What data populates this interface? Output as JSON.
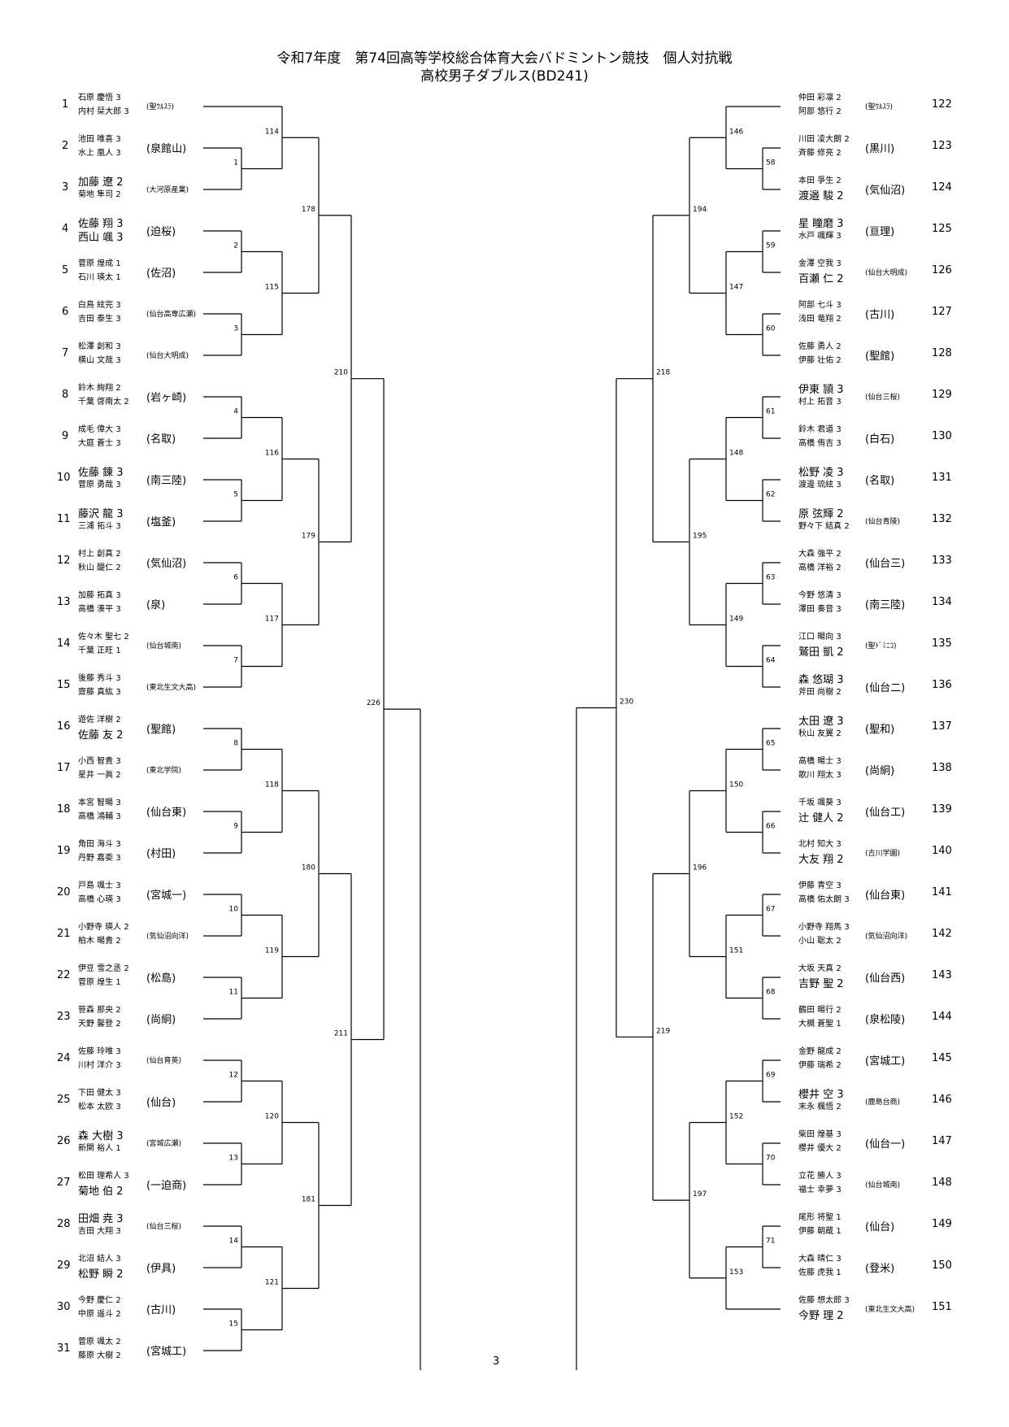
{
  "title_line1": "令和7年度　第74回高等学校総合体育大会バドミントン競技　個人対抗戦",
  "title_line2": "高校男子ダブルス(BD241)",
  "page_number": "3",
  "left_entries": [
    {
      "no": "1",
      "p1": "石原 慶悟 3",
      "p2": "内村 栞大郎 3",
      "school": "(聖ｳﾙｽﾗ)"
    },
    {
      "no": "2",
      "p1": "池田 唯喜 3",
      "p2": "水上 凰人 3",
      "school": "(泉館山)"
    },
    {
      "no": "3",
      "p1": "加藤 遼 2",
      "p2": "菊地 隼司 2",
      "school": "(大河原産業)"
    },
    {
      "no": "4",
      "p1": "佐藤 翔 3",
      "p2": "西山 颯 3",
      "school": "(迫桜)"
    },
    {
      "no": "5",
      "p1": "菅原 煌成 1",
      "p2": "石川 瑛太 1",
      "school": "(佐沼)"
    },
    {
      "no": "6",
      "p1": "白鳥 絃完 3",
      "p2": "吉田 泰生 3",
      "school": "(仙台高専広瀬)"
    },
    {
      "no": "7",
      "p1": "松澤 創和 3",
      "p2": "横山 文哉 3",
      "school": "(仙台大明成)"
    },
    {
      "no": "8",
      "p1": "鈴木 絢翔 2",
      "p2": "千葉 啓南太 2",
      "school": "(岩ヶ崎)"
    },
    {
      "no": "9",
      "p1": "成毛 偉大 3",
      "p2": "大庭 蒼士 3",
      "school": "(名取)"
    },
    {
      "no": "10",
      "p1": "佐藤 錬 3",
      "p2": "菅原 勇哉 3",
      "school": "(南三陸)"
    },
    {
      "no": "11",
      "p1": "藤沢 龍 3",
      "p2": "三浦 拓斗 3",
      "school": "(塩釜)"
    },
    {
      "no": "12",
      "p1": "村上 創真 2",
      "p2": "秋山 醍仁 2",
      "school": "(気仙沼)"
    },
    {
      "no": "13",
      "p1": "加藤 拓真 3",
      "p2": "高橋 湊平 3",
      "school": "(泉)"
    },
    {
      "no": "14",
      "p1": "佐々木 聖七 2",
      "p2": "千葉 正旺 1",
      "school": "(仙台城南)"
    },
    {
      "no": "15",
      "p1": "後藤 秀斗 3",
      "p2": "齋藤 真紘 3",
      "school": "(東北生文大高)"
    },
    {
      "no": "16",
      "p1": "遊佐 洋樹 2",
      "p2": "佐藤 友 2",
      "school": "(聖館)"
    },
    {
      "no": "17",
      "p1": "小西 智貴 3",
      "p2": "星井 一眞 2",
      "school": "(東北学院)"
    },
    {
      "no": "18",
      "p1": "本宮 智暘 3",
      "p2": "高橋 鴻輔 3",
      "school": "(仙台東)"
    },
    {
      "no": "19",
      "p1": "角田 海斗 3",
      "p2": "丹野 嘉委 3",
      "school": "(村田)"
    },
    {
      "no": "20",
      "p1": "戸島 颯士 3",
      "p2": "高橋 心瑛 3",
      "school": "(宮城一)"
    },
    {
      "no": "21",
      "p1": "小野寺 瑛人 2",
      "p2": "柏木 暘貴 2",
      "school": "(気仙沼向洋)"
    },
    {
      "no": "22",
      "p1": "伊豆 雪之丞 2",
      "p2": "菅原 煌生 1",
      "school": "(松島)"
    },
    {
      "no": "23",
      "p1": "笹森 那央 2",
      "p2": "天野 馨登 2",
      "school": "(尚絅)"
    },
    {
      "no": "24",
      "p1": "佐藤 玲唯 3",
      "p2": "川村 洋介 3",
      "school": "(仙台育英)"
    },
    {
      "no": "25",
      "p1": "下田 健太 3",
      "p2": "松本 太欧 3",
      "school": "(仙台)"
    },
    {
      "no": "26",
      "p1": "森 大樹 3",
      "p2": "新関 裕人 1",
      "school": "(宮城広瀬)"
    },
    {
      "no": "27",
      "p1": "松田 理希人 3",
      "p2": "菊地 伯 2",
      "school": "(一迫商)"
    },
    {
      "no": "28",
      "p1": "田畑 尭 3",
      "p2": "吉田 大翔 3",
      "school": "(仙台三桜)"
    },
    {
      "no": "29",
      "p1": "北沼 結人 3",
      "p2": "松野 瞬 2",
      "school": "(伊具)"
    },
    {
      "no": "30",
      "p1": "今野 慶仁 2",
      "p2": "中原 遥斗 2",
      "school": "(古川)"
    },
    {
      "no": "31",
      "p1": "菅原 颯太 2",
      "p2": "藤原 大樹 2",
      "school": "(宮城工)"
    }
  ],
  "right_entries": [
    {
      "no": "122",
      "p1": "仲田 彩凛 2",
      "p2": "阿部 悠行 2",
      "school": "(聖ｳﾙｽﾗ)"
    },
    {
      "no": "123",
      "p1": "川田 凌大朗 2",
      "p2": "斉藤 修亮 2",
      "school": "(黒川)"
    },
    {
      "no": "124",
      "p1": "本田 爭生 2",
      "p2": "渡邉 駿 2",
      "school": "(気仙沼)"
    },
    {
      "no": "125",
      "p1": "星 瞳磨 3",
      "p2": "水戸 颯輝 3",
      "school": "(亘理)"
    },
    {
      "no": "126",
      "p1": "金澤 空我 3",
      "p2": "百瀬 仁 2",
      "school": "(仙台大明成)"
    },
    {
      "no": "127",
      "p1": "阿部 七斗 3",
      "p2": "浅田 竜翔 2",
      "school": "(古川)"
    },
    {
      "no": "128",
      "p1": "佐藤 勇人 2",
      "p2": "伊藤 壮佑 2",
      "school": "(聖館)"
    },
    {
      "no": "129",
      "p1": "伊東 頴 3",
      "p2": "村上 拓音 3",
      "school": "(仙台三桜)"
    },
    {
      "no": "130",
      "p1": "鈴木 君道 3",
      "p2": "高橋 侑吉 3",
      "school": "(白石)"
    },
    {
      "no": "131",
      "p1": "松野 凌 3",
      "p2": "渡邊 琉絃 3",
      "school": "(名取)"
    },
    {
      "no": "132",
      "p1": "原 弦輝 2",
      "p2": "野々下 結真 2",
      "school": "(仙台青陵)"
    },
    {
      "no": "133",
      "p1": "大森 強平 2",
      "p2": "高橋 洋裕 2",
      "school": "(仙台三)"
    },
    {
      "no": "134",
      "p1": "今野 悠清 3",
      "p2": "澤田 奏音 3",
      "school": "(南三陸)"
    },
    {
      "no": "135",
      "p1": "江口 暘向 3",
      "p2": "鷲田 凱 2",
      "school": "(聖ﾄﾞﾐﾆｺ)"
    },
    {
      "no": "136",
      "p1": "森 悠瑚 3",
      "p2": "斧田 尚樹 2",
      "school": "(仙台二)"
    },
    {
      "no": "137",
      "p1": "太田 遼 3",
      "p2": "秋山 友翼 2",
      "school": "(聖和)"
    },
    {
      "no": "138",
      "p1": "高橋 暘士 3",
      "p2": "歌川 翔太 3",
      "school": "(尚絅)"
    },
    {
      "no": "139",
      "p1": "千坂 颯葵 3",
      "p2": "辻 健人 2",
      "school": "(仙台工)"
    },
    {
      "no": "140",
      "p1": "北村 知大 3",
      "p2": "大友 翔 2",
      "school": "(古川学園)"
    },
    {
      "no": "141",
      "p1": "伊藤 青空 3",
      "p2": "高橋 佑太朗 3",
      "school": "(仙台東)"
    },
    {
      "no": "142",
      "p1": "小野寺 翔馬 3",
      "p2": "小山 聡太 2",
      "school": "(気仙沼向洋)"
    },
    {
      "no": "143",
      "p1": "大坂 天真 2",
      "p2": "吉野 聖 2",
      "school": "(仙台西)"
    },
    {
      "no": "144",
      "p1": "鶴田 暘行 2",
      "p2": "大槻 蒼聖 1",
      "school": "(泉松陵)"
    },
    {
      "no": "145",
      "p1": "金野 龍成 2",
      "p2": "伊藤 瑞希 2",
      "school": "(宮城工)"
    },
    {
      "no": "146",
      "p1": "櫻井 空 3",
      "p2": "末永 楓悟 2",
      "school": "(鹿島台商)"
    },
    {
      "no": "147",
      "p1": "柴田 煌基 3",
      "p2": "櫻井 優大 2",
      "school": "(仙台一)"
    },
    {
      "no": "148",
      "p1": "立花 勝人 3",
      "p2": "福士 幸夢 3",
      "school": "(仙台城南)"
    },
    {
      "no": "149",
      "p1": "尾形 将聖 1",
      "p2": "伊藤 朝蔵 1",
      "school": "(仙台)"
    },
    {
      "no": "150",
      "p1": "大森 晴仁 3",
      "p2": "佐藤 虎我 1",
      "school": "(登米)"
    },
    {
      "no": "151",
      "p1": "佐藤 想太郎 3",
      "p2": "今野 理 2",
      "school": "(東北生文大高)"
    }
  ],
  "left_round1_labels": [
    "1",
    "2",
    "3",
    "4",
    "5",
    "6",
    "7",
    "8",
    "9",
    "10",
    "11",
    "12",
    "13",
    "14",
    "15"
  ],
  "left_round2_labels": [
    "114",
    "115",
    "116",
    "117",
    "118",
    "119",
    "120",
    "121"
  ],
  "left_round3_labels": [
    "178",
    "179",
    "180",
    "181"
  ],
  "left_round4_labels": [
    "210",
    "211"
  ],
  "left_round5_label": "226",
  "right_round1_labels": [
    "58",
    "59",
    "60",
    "61",
    "62",
    "63",
    "64",
    "65",
    "66",
    "67",
    "68",
    "69",
    "70",
    "71"
  ],
  "right_round2_labels": [
    "146",
    "147",
    "148",
    "149",
    "150",
    "151",
    "152",
    "153"
  ],
  "right_round3_labels": [
    "194",
    "195",
    "196",
    "197"
  ],
  "right_round4_labels": [
    "218",
    "219"
  ],
  "right_round5_label": "230"
}
